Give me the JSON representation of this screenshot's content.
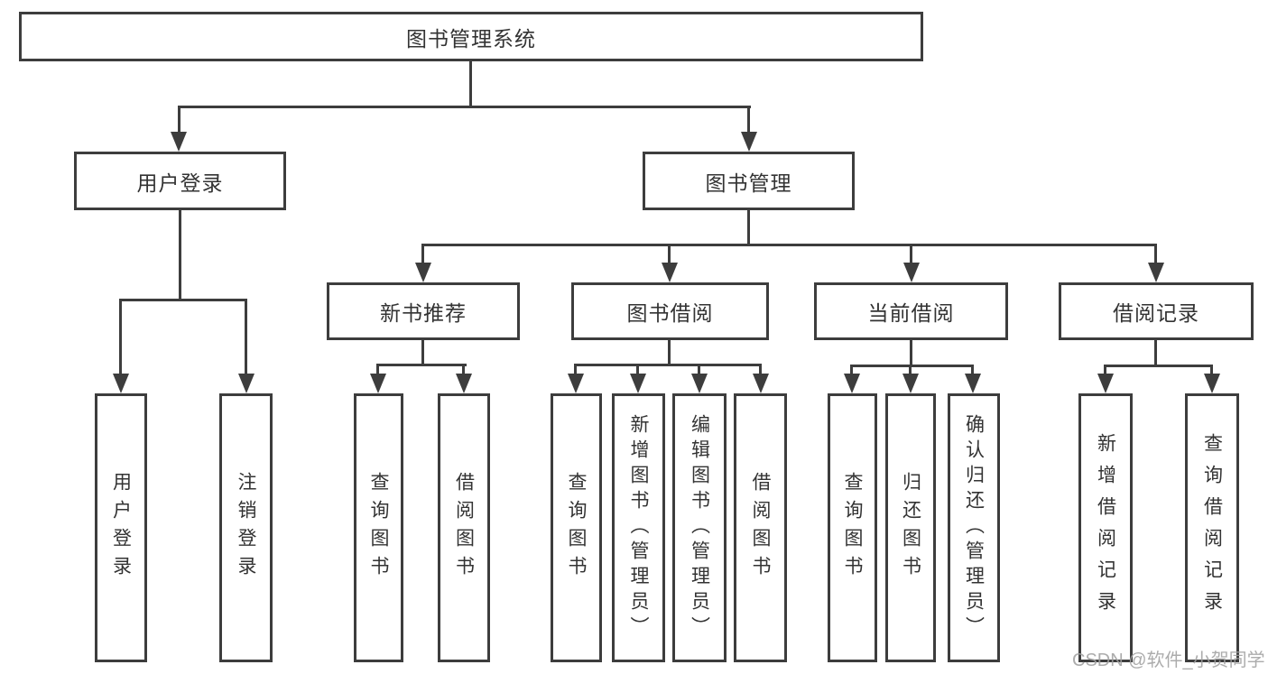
{
  "tree": {
    "root": {
      "label": "图书管理系统"
    },
    "branches": [
      {
        "label": "用户登录",
        "children": [
          {
            "label": "用户登录"
          },
          {
            "label": "注销登录"
          }
        ]
      },
      {
        "label": "图书管理",
        "children": [
          {
            "label": "新书推荐",
            "children": [
              {
                "label": "查询图书"
              },
              {
                "label": "借阅图书"
              }
            ]
          },
          {
            "label": "图书借阅",
            "children": [
              {
                "label": "查询图书"
              },
              {
                "label": "新增图书（管理员）"
              },
              {
                "label": "编辑图书（管理员）"
              },
              {
                "label": "借阅图书"
              }
            ]
          },
          {
            "label": "当前借阅",
            "children": [
              {
                "label": "查询图书"
              },
              {
                "label": "归还图书"
              },
              {
                "label": "确认归还（管理员）"
              }
            ]
          },
          {
            "label": "借阅记录",
            "children": [
              {
                "label": "新增借阅记录"
              },
              {
                "label": "查询借阅记录"
              }
            ]
          }
        ]
      }
    ]
  },
  "watermark": {
    "text": "CSDN @软件_小贺同学"
  },
  "colors": {
    "line": "#3d3d3d",
    "box_border": "#3d3d3d",
    "text": "#333333",
    "background": "#ffffff",
    "watermark": "#a0a0a0"
  }
}
